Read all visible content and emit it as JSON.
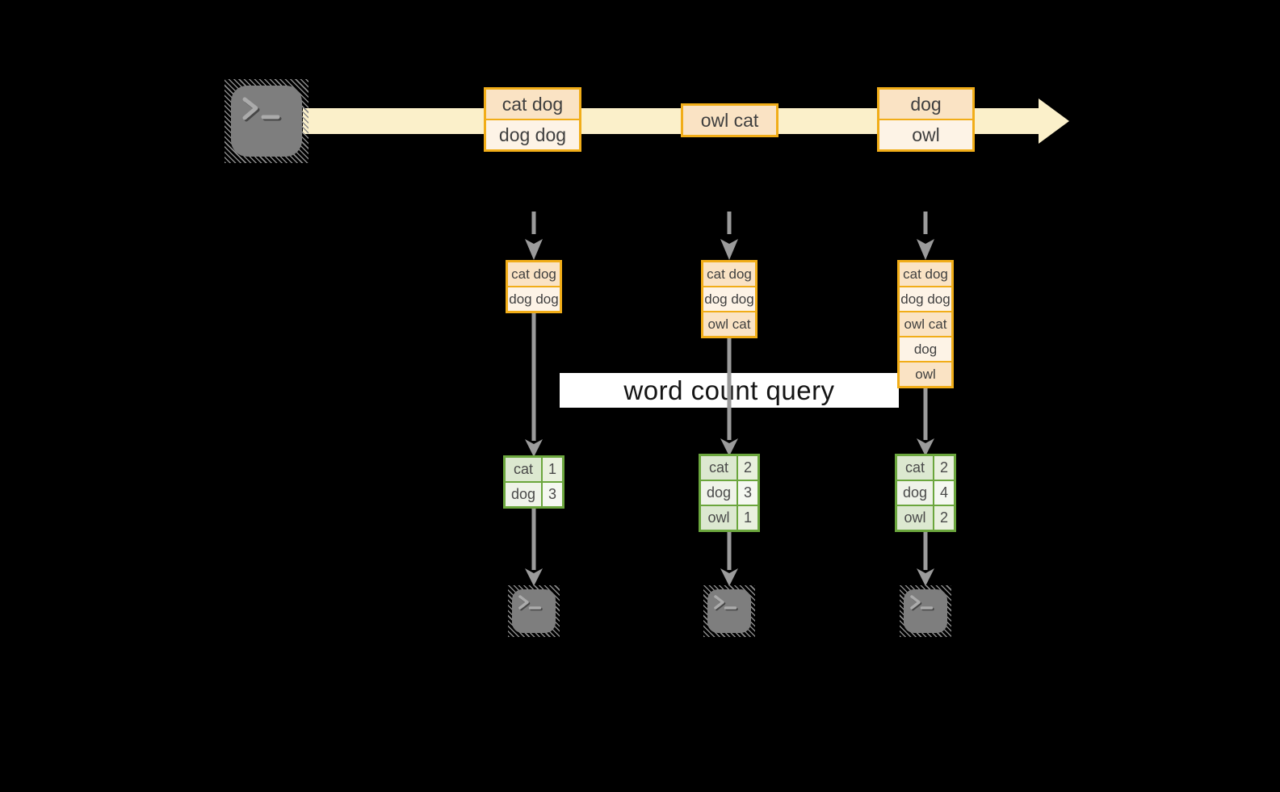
{
  "diagram": {
    "query_label": "word count query",
    "stream_events": [
      {
        "lines": [
          "cat dog",
          "dog dog"
        ]
      },
      {
        "lines": [
          "owl cat"
        ]
      },
      {
        "lines": [
          "dog",
          "owl"
        ]
      }
    ],
    "snapshots": [
      {
        "buffer": [
          "cat dog",
          "dog dog"
        ],
        "counts": [
          {
            "word": "cat",
            "count": 1
          },
          {
            "word": "dog",
            "count": 3
          }
        ]
      },
      {
        "buffer": [
          "cat dog",
          "dog dog",
          "owl cat"
        ],
        "counts": [
          {
            "word": "cat",
            "count": 2
          },
          {
            "word": "dog",
            "count": 3
          },
          {
            "word": "owl",
            "count": 1
          }
        ]
      },
      {
        "buffer": [
          "cat dog",
          "dog dog",
          "owl cat",
          "dog",
          "owl"
        ],
        "counts": [
          {
            "word": "cat",
            "count": 2
          },
          {
            "word": "dog",
            "count": 4
          },
          {
            "word": "owl",
            "count": 2
          }
        ]
      }
    ],
    "icons": [
      "terminal-icon",
      "arrow-right",
      "arrow-down"
    ],
    "colors": {
      "background": "#000000",
      "stream_band": "#FBF0CA",
      "event_border": "#F1AD18",
      "event_fill_dark": "#FAE3C4",
      "event_fill_light": "#FDF3E6",
      "table_border": "#6BA63D",
      "table_fill_dark": "#DCE8D0",
      "table_fill_light": "#EFF3E9",
      "arrow_gray": "#9B9B9B",
      "query_band": "#FFFFFF",
      "terminal_gray": "#7E7E7E"
    }
  }
}
